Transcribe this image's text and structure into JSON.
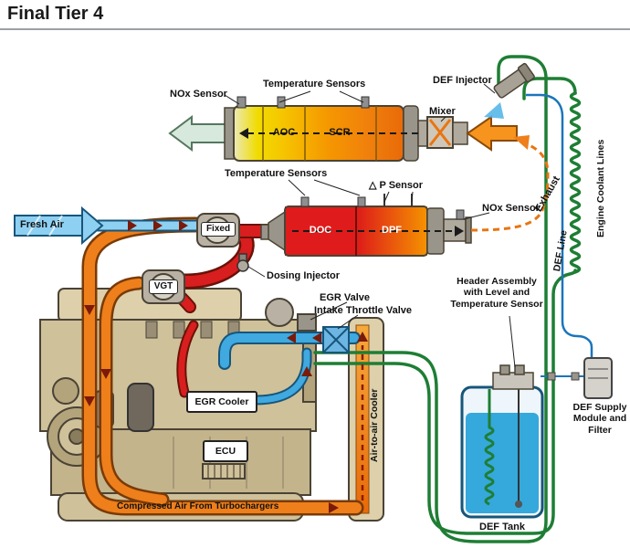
{
  "title": "Final Tier 4",
  "aftertreatment_top": {
    "nox_sensor": "NOx Sensor",
    "temperature_sensors": "Temperature Sensors",
    "def_injector": "DEF Injector",
    "mixer": "Mixer",
    "aoc": "AOC",
    "scr": "SCR"
  },
  "aftertreatment_mid": {
    "temperature_sensors": "Temperature Sensors",
    "delta_p_sensor": "△ P Sensor",
    "nox_sensor": "NOx Sensor",
    "exhaust": "Exhaust",
    "doc": "DOC",
    "dpf": "DPF"
  },
  "engine": {
    "fresh_air": "Fresh Air",
    "fixed_turbo": "Fixed",
    "vgt_turbo": "VGT",
    "dosing_injector": "Dosing Injector",
    "egr_valve": "EGR Valve",
    "intake_throttle_valve": "Intake Throttle Valve",
    "egr_cooler": "EGR Cooler",
    "ecu": "ECU",
    "air_to_air_cooler": "Air-to-air Cooler",
    "compressed_air": "Compressed Air From Turbochargers"
  },
  "def_system": {
    "header_assembly": "Header Assembly with Level and Temperature Sensor",
    "def_line": "DEF Line",
    "engine_coolant_lines": "Engine Coolant Lines",
    "def_supply_module": "DEF Supply Module and Filter",
    "def_tank": "DEF Tank"
  },
  "colors": {
    "charge_air_orange": "#ee7f1b",
    "hot_exhaust_red": "#d81e1e",
    "cool_air_blue": "#3fa9e0",
    "def_line_blue": "#1b75bb",
    "coolant_green": "#1e7e34",
    "engine_tan": "#cfc19a",
    "aoc_yellow": "#f0dc00",
    "scr_orange": "#f59800"
  }
}
